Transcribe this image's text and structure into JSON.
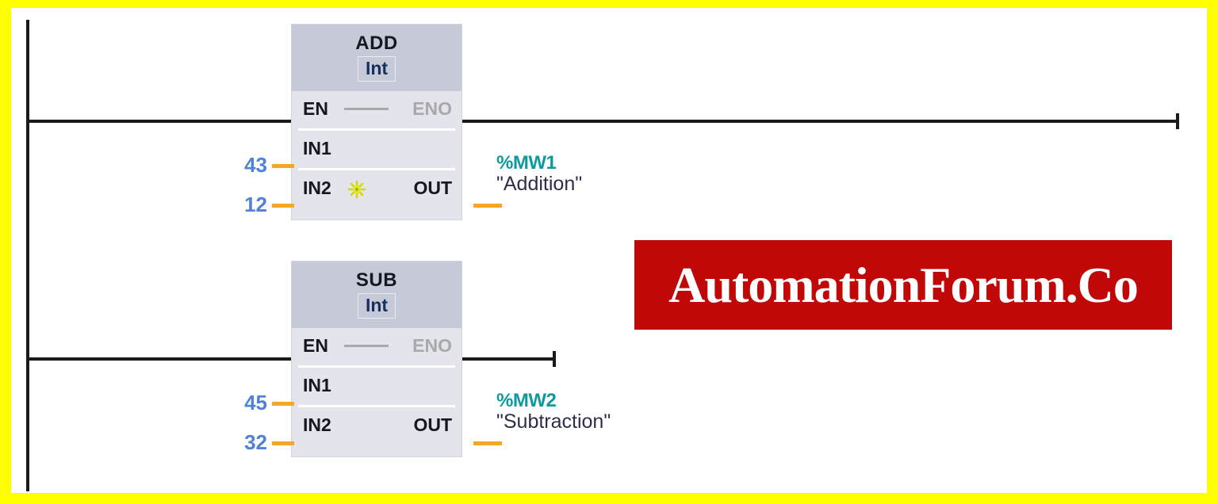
{
  "diagram": {
    "language": "LAD",
    "colors": {
      "frame": "#ffff00",
      "canvas": "#ffffff",
      "rail": "#1a1a1a",
      "block_header": "#c6c9d8",
      "block_body": "#e3e4ec",
      "wire": "#f5a623",
      "literal": "#4f82d8",
      "address": "#0f9a9e",
      "symbol": "#2c2f4a",
      "disabled": "#a9a9a9",
      "banner": "#c00808"
    }
  },
  "networks": [
    {
      "block": {
        "name": "ADD",
        "data_type": "Int",
        "pins": {
          "en": "EN",
          "eno": "ENO",
          "in1": "IN1",
          "in2": "IN2",
          "out": "OUT"
        },
        "has_expand_icon": true,
        "expand_icon": "star-burst-icon"
      },
      "inputs": [
        {
          "pin": "IN1",
          "value": "43"
        },
        {
          "pin": "IN2",
          "value": "12"
        }
      ],
      "output": {
        "address": "%MW1",
        "symbol": "\"Addition\""
      }
    },
    {
      "block": {
        "name": "SUB",
        "data_type": "Int",
        "pins": {
          "en": "EN",
          "eno": "ENO",
          "in1": "IN1",
          "in2": "IN2",
          "out": "OUT"
        },
        "has_expand_icon": false,
        "expand_icon": ""
      },
      "inputs": [
        {
          "pin": "IN1",
          "value": "45"
        },
        {
          "pin": "IN2",
          "value": "32"
        }
      ],
      "output": {
        "address": "%MW2",
        "symbol": "\"Subtraction\""
      }
    }
  ],
  "watermark": {
    "text": "AutomationForum.Co"
  }
}
